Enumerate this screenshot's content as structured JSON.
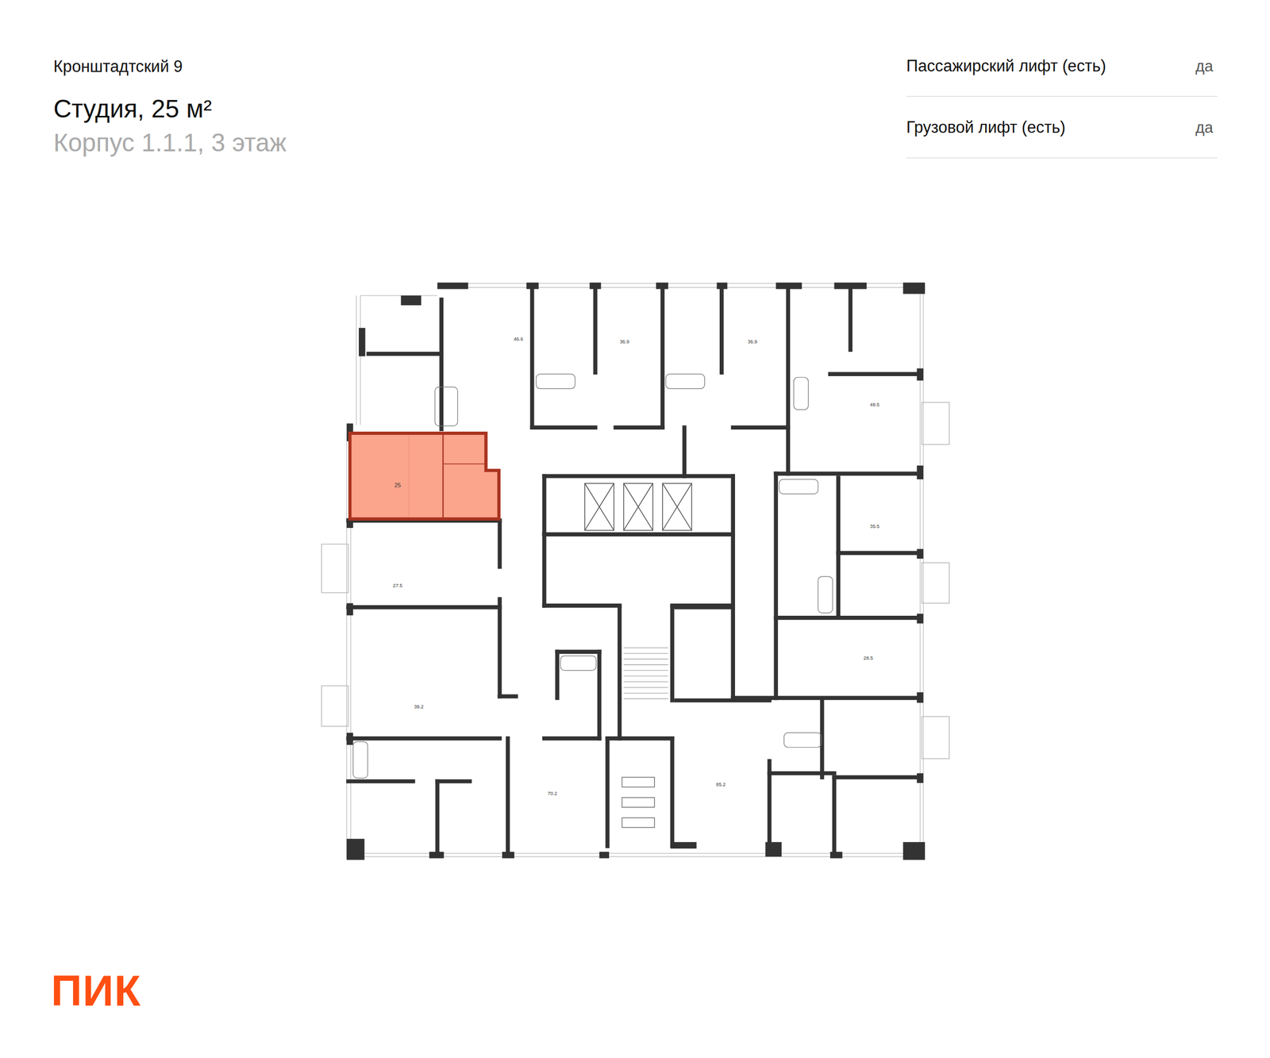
{
  "diagram": {
    "title": "Студия, 25 м²",
    "nodes": [
      {
        "text": [
          "25"
        ]
      }
    ],
    "labels": [
      "Кронштадтский 9",
      "Корпус 1.1.1, 3 этаж",
      "Пассажирский лифт (есть)",
      "да",
      "Грузовой лифт (есть)",
      "да",
      "46.6",
      "36.9",
      "36.9",
      "48.5",
      "35.5",
      "27.5",
      "28.5",
      "39.2",
      "70.2",
      "85.2",
      "ПИК"
    ]
  }
}
